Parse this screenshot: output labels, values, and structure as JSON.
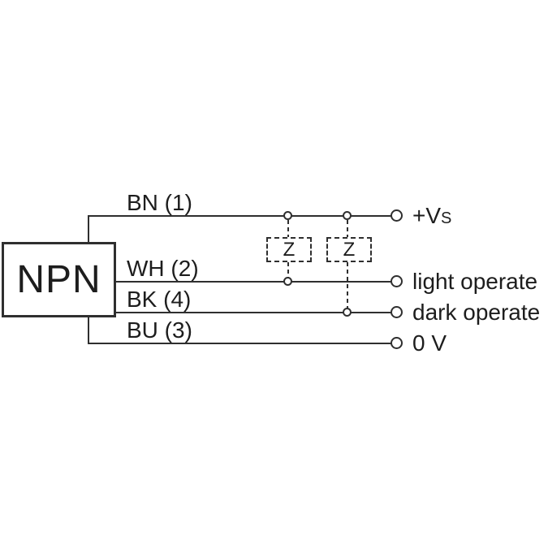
{
  "colors": {
    "line": "#2f2f2f",
    "text": "#1d1d1d",
    "background": "#ffffff"
  },
  "device": {
    "label": "NPN"
  },
  "wires": [
    {
      "id": "bn",
      "label": "BN (1)"
    },
    {
      "id": "wh",
      "label": "WH (2)"
    },
    {
      "id": "bk",
      "label": "BK (4)"
    },
    {
      "id": "bu",
      "label": "BU (3)"
    }
  ],
  "terminals": [
    {
      "id": "vs",
      "main": "+V",
      "sub": "S"
    },
    {
      "id": "light",
      "label": "light operate"
    },
    {
      "id": "dark",
      "label": "dark operate"
    },
    {
      "id": "zero",
      "label": "0 V"
    }
  ],
  "impedance_boxes": [
    {
      "label": "Z"
    },
    {
      "label": "Z"
    }
  ]
}
